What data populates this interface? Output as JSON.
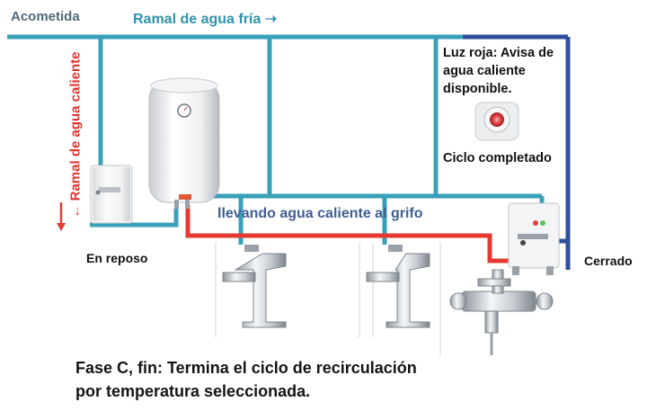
{
  "labels": {
    "acometida": "Acometida",
    "ramal_fria": "Ramal de agua fría ➝",
    "ramal_caliente": "← Ramal de agua caliente",
    "llevando": "llevando agua caliente al grifo",
    "luz_roja_1": "Luz roja: Avisa de",
    "luz_roja_2": "agua caliente",
    "luz_roja_3": "disponible.",
    "ciclo_completado": "Ciclo completado",
    "en_reposo": "En reposo",
    "cerrado": "Cerrado"
  },
  "caption": {
    "line1": "Fase C, fin: Termina el ciclo de recirculación",
    "line2": "por temperatura seleccionada."
  },
  "colors": {
    "cold_pipe": "#3aa0b8",
    "hot_pipe": "#e53a33",
    "return_pipe": "#2e4f9a",
    "indicator_red": "#e04040"
  }
}
